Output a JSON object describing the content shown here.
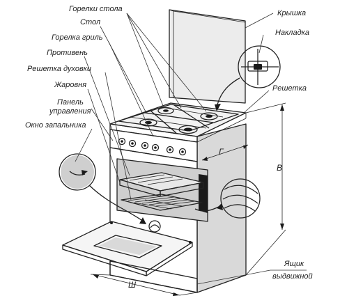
{
  "labels": {
    "burners": "Горелки стола",
    "table": "Стол",
    "grill_burner": "Горелка гриль",
    "baking_tray": "Противень",
    "oven_rack": "Решетка духовки",
    "roasting_pan": "Жаровня",
    "control_panel_1": "Панель",
    "control_panel_2": "управления",
    "ignition_window": "Окно запальника",
    "lid": "Крышка",
    "cap": "Накладка",
    "grate": "Решетка",
    "drawer_1": "Ящик",
    "drawer_2": "выдвижной"
  },
  "dimensions": {
    "depth": "Г",
    "height": "В",
    "width": "Ш"
  },
  "colors": {
    "line": "#222222",
    "shade": "#d9d9d9",
    "label": "#222222"
  }
}
